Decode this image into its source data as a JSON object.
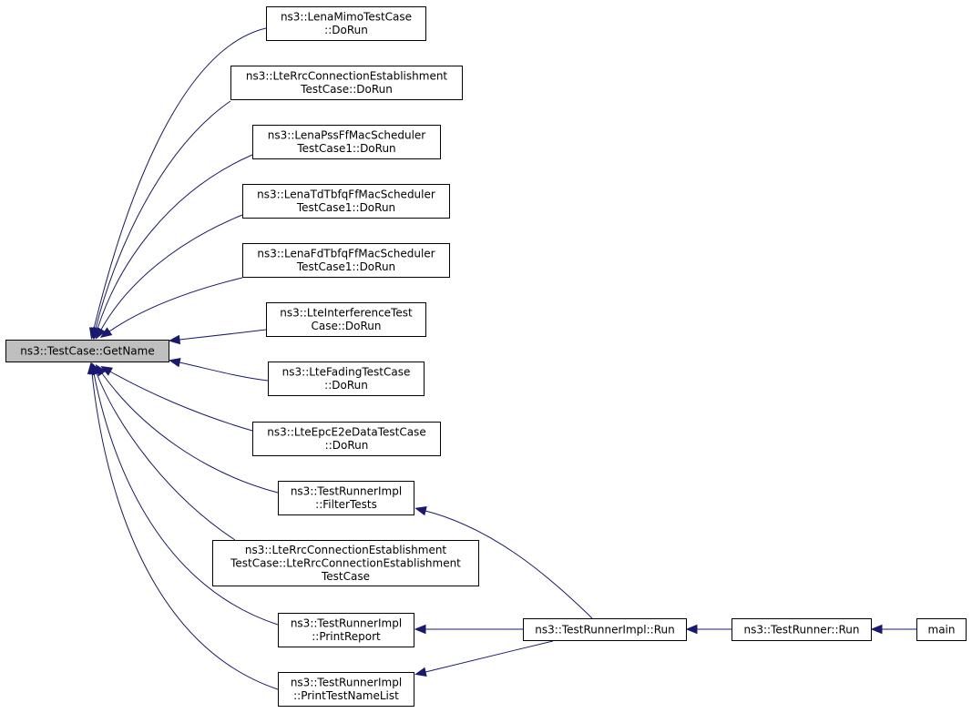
{
  "diagram": {
    "type": "doxygen-caller-graph",
    "edge_color": "#191970",
    "root_fill": "#bfbfbf",
    "nodes": [
      {
        "id": "getname",
        "label": [
          "ns3::TestCase::GetName"
        ]
      },
      {
        "id": "mimo",
        "label": [
          "ns3::LenaMimoTestCase",
          "::DoRun"
        ]
      },
      {
        "id": "rrc_dorun",
        "label": [
          "ns3::LteRrcConnectionEstablishment",
          "TestCase::DoRun"
        ]
      },
      {
        "id": "pss",
        "label": [
          "ns3::LenaPssFfMacScheduler",
          "TestCase1::DoRun"
        ]
      },
      {
        "id": "tdtbfq",
        "label": [
          "ns3::LenaTdTbfqFfMacScheduler",
          "TestCase1::DoRun"
        ]
      },
      {
        "id": "fdtbfq",
        "label": [
          "ns3::LenaFdTbfqFfMacScheduler",
          "TestCase1::DoRun"
        ]
      },
      {
        "id": "interf",
        "label": [
          "ns3::LteInterferenceTest",
          "Case::DoRun"
        ]
      },
      {
        "id": "fading",
        "label": [
          "ns3::LteFadingTestCase",
          "::DoRun"
        ]
      },
      {
        "id": "epc",
        "label": [
          "ns3::LteEpcE2eDataTestCase",
          "::DoRun"
        ]
      },
      {
        "id": "filter",
        "label": [
          "ns3::TestRunnerImpl",
          "::FilterTests"
        ]
      },
      {
        "id": "rrc_ctor",
        "label": [
          "ns3::LteRrcConnectionEstablishment",
          "TestCase::LteRrcConnectionEstablishment",
          "TestCase"
        ]
      },
      {
        "id": "report",
        "label": [
          "ns3::TestRunnerImpl",
          "::PrintReport"
        ]
      },
      {
        "id": "namelist",
        "label": [
          "ns3::TestRunnerImpl",
          "::PrintTestNameList"
        ]
      },
      {
        "id": "implrun",
        "label": [
          "ns3::TestRunnerImpl::Run"
        ]
      },
      {
        "id": "runnerrun",
        "label": [
          "ns3::TestRunner::Run"
        ]
      },
      {
        "id": "main",
        "label": [
          "main"
        ]
      }
    ],
    "edges": [
      {
        "from": "mimo",
        "to": "getname"
      },
      {
        "from": "rrc_dorun",
        "to": "getname"
      },
      {
        "from": "pss",
        "to": "getname"
      },
      {
        "from": "tdtbfq",
        "to": "getname"
      },
      {
        "from": "fdtbfq",
        "to": "getname"
      },
      {
        "from": "interf",
        "to": "getname"
      },
      {
        "from": "fading",
        "to": "getname"
      },
      {
        "from": "epc",
        "to": "getname"
      },
      {
        "from": "filter",
        "to": "getname"
      },
      {
        "from": "rrc_ctor",
        "to": "getname"
      },
      {
        "from": "report",
        "to": "getname"
      },
      {
        "from": "namelist",
        "to": "getname"
      },
      {
        "from": "implrun",
        "to": "filter"
      },
      {
        "from": "implrun",
        "to": "report"
      },
      {
        "from": "implrun",
        "to": "namelist"
      },
      {
        "from": "runnerrun",
        "to": "implrun"
      },
      {
        "from": "main",
        "to": "runnerrun"
      }
    ]
  }
}
